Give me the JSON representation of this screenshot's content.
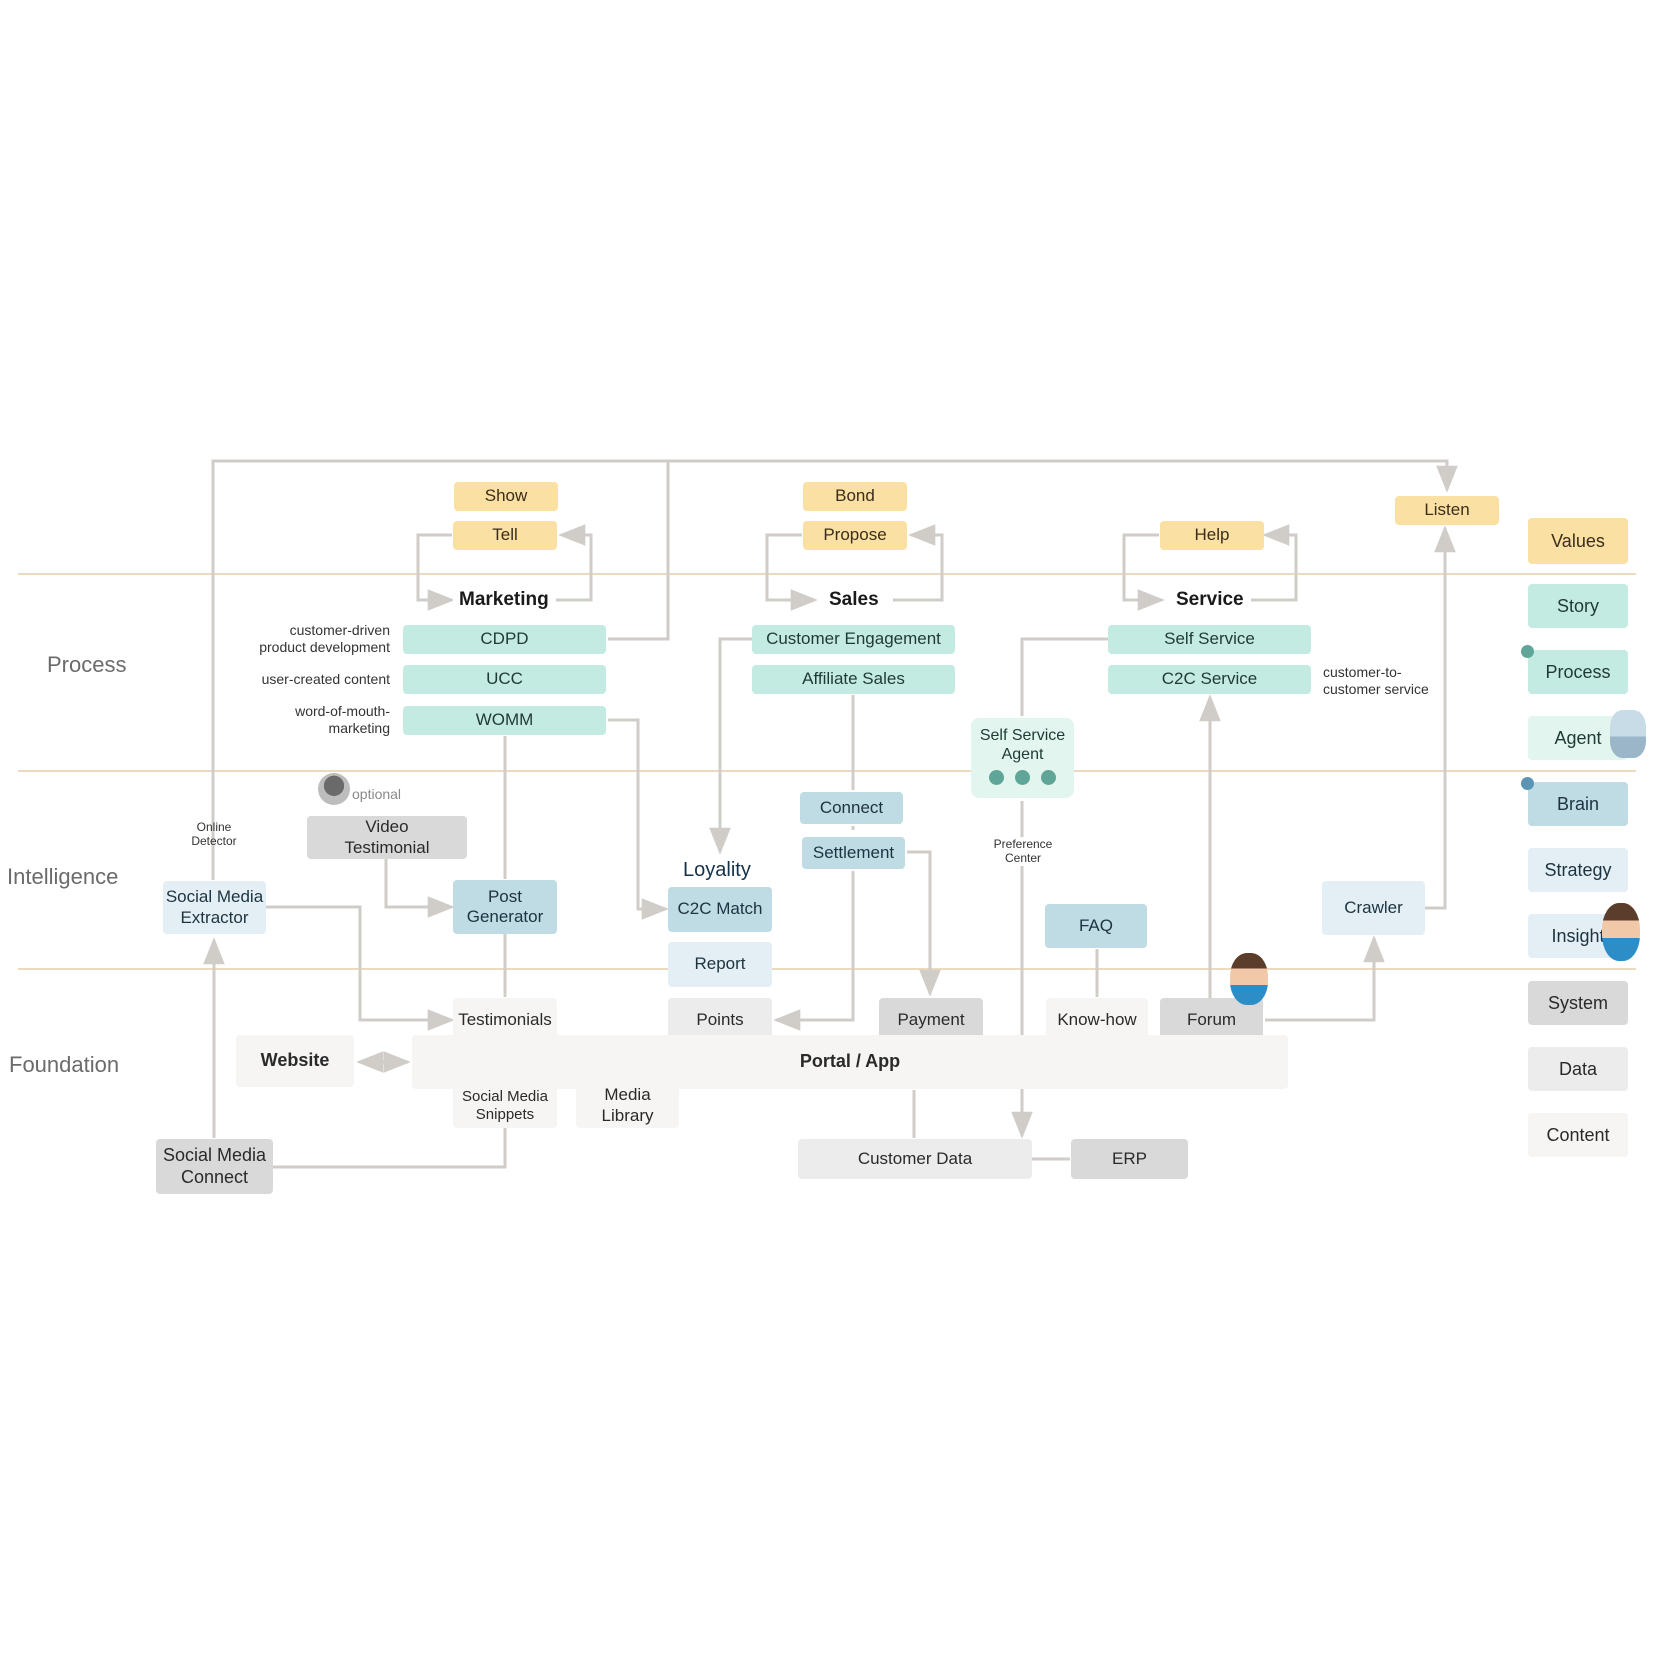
{
  "lanes": {
    "process": "Process",
    "intelligence": "Intelligence",
    "foundation": "Foundation"
  },
  "process": {
    "show": "Show",
    "tell": "Tell",
    "marketing": "Marketing",
    "bond": "Bond",
    "propose": "Propose",
    "sales": "Sales",
    "help": "Help",
    "service": "Service",
    "listen": "Listen",
    "cdpd": "CDPD",
    "ucc": "UCC",
    "womm": "WOMM",
    "cdpd_note": "customer-driven\nproduct development",
    "ucc_note": "user-created content",
    "womm_note": "word-of-mouth-\nmarketing",
    "customer_engagement": "Customer Engagement",
    "affiliate_sales": "Affiliate Sales",
    "self_service": "Self Service",
    "c2c_service": "C2C Service",
    "c2c_note": "customer-to-\ncustomer service"
  },
  "intelligence": {
    "self_service_agent": "Self Service\nAgent",
    "optional": "optional",
    "video_testimonial": "Video\nTestimonial",
    "online_detector": "Online\nDetector",
    "social_media_extractor": "Social Media\nExtractor",
    "post_generator": "Post\nGenerator",
    "connect": "Connect",
    "settlement": "Settlement",
    "loyality": "Loyality",
    "c2c_match": "C2C Match",
    "report": "Report",
    "preference_center": "Preference\nCenter",
    "faq": "FAQ",
    "crawler": "Crawler"
  },
  "foundation": {
    "testimonials": "Testimonials",
    "points": "Points",
    "payment": "Payment",
    "know_how": "Know-how",
    "forum": "Forum",
    "website": "Website",
    "portal_app": "Portal / App",
    "social_media_snippets": "Social Media\nSnippets",
    "media_library": "Media\nLibrary",
    "social_media_connect": "Social Media\nConnect",
    "customer_data": "Customer Data",
    "erp": "ERP"
  },
  "legend": {
    "values": "Values",
    "story": "Story",
    "process": "Process",
    "agent": "Agent",
    "brain": "Brain",
    "strategy": "Strategy",
    "insight": "Insight",
    "system": "System",
    "data": "Data",
    "content": "Content"
  },
  "colors": {
    "values": "#fbe0a4",
    "story": "#c4ebe1",
    "agent": "#e2f5ef",
    "brain": "#bfdbe4",
    "insight": "#e3eff4",
    "system": "#d9d9d9",
    "data": "#ececec",
    "content": "#f6f5f3",
    "lane_line": "#edd9bd",
    "connector": "#d0ccc8"
  }
}
